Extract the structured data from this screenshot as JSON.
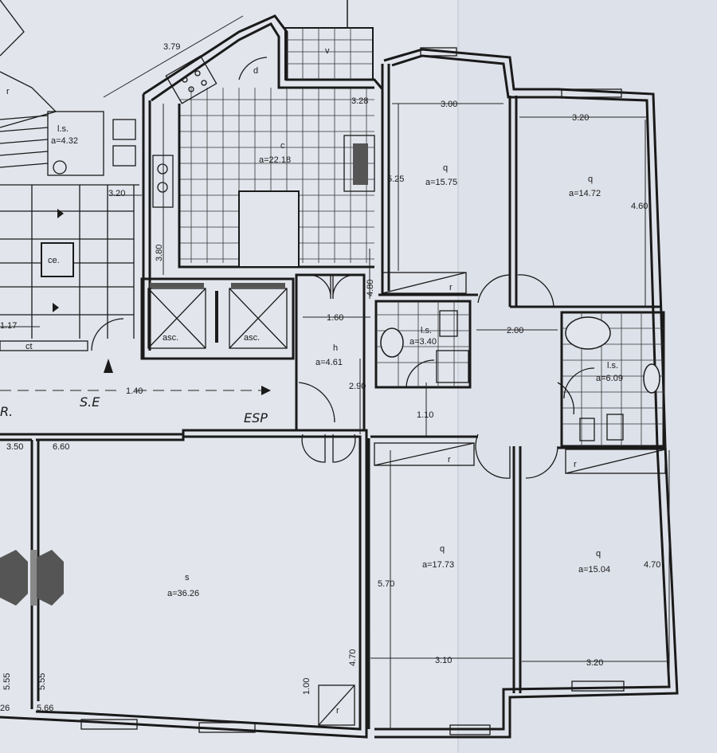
{
  "rooms": {
    "balcony_bath": {
      "code": "l.s.",
      "area": "a=4.32"
    },
    "kitchen": {
      "code": "c",
      "area": "a=22.18",
      "pantry": "d"
    },
    "ce": {
      "code": "ce."
    },
    "ct": {
      "code": "ct"
    },
    "elevator1": {
      "code": "asc."
    },
    "elevator2": {
      "code": "asc."
    },
    "hall": {
      "code": "h",
      "area": "a=4.61"
    },
    "bath1": {
      "code": "l.s.",
      "area": "a=3.40"
    },
    "bath2": {
      "code": "l.s.",
      "area": "a=6.09"
    },
    "bed1": {
      "code": "q",
      "area": "a=15.75"
    },
    "bed2": {
      "code": "q",
      "area": "a=14.72"
    },
    "bed3": {
      "code": "q",
      "area": "a=17.73"
    },
    "bed4": {
      "code": "q",
      "area": "a=15.04"
    },
    "living": {
      "code": "s",
      "area": "a=36.26"
    },
    "stair": {
      "code": "r"
    },
    "v": {
      "code": "v"
    },
    "closet_r": {
      "code": "r"
    }
  },
  "dimensions": {
    "d379": "3.79",
    "d328": "3.28",
    "d300": "3.00",
    "d320a": "3.20",
    "d320b": "3.20",
    "d320c": "3.20",
    "d525": "5.25",
    "d460": "4.60",
    "d380": "3.80",
    "d480": "4.80",
    "d160": "1.60",
    "d200": "2.00",
    "d117": "1.17",
    "d140": "1.40",
    "d290": "2.90",
    "d110": "1.10",
    "d350": "3.50",
    "d660": "6.60",
    "d570": "5.70",
    "d470a": "4.70",
    "d470b": "4.70",
    "d310": "3.10",
    "d100": "1.00",
    "d555a": "5.55",
    "d555b": "5.55",
    "d566": "5.66",
    "d26": "26"
  },
  "annotations": {
    "se": "S.E",
    "esp": "ESP",
    "r_left": "R."
  }
}
